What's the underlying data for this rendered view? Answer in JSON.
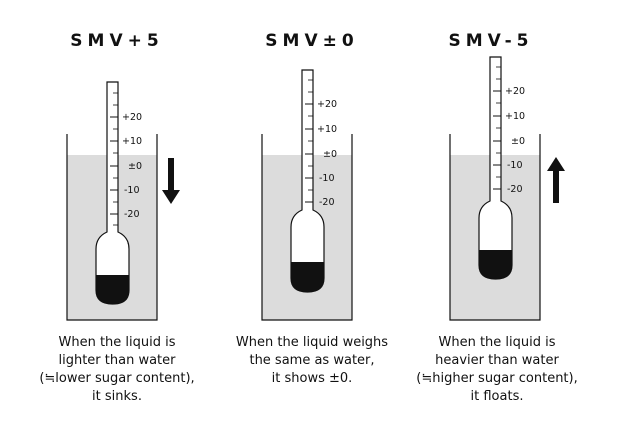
{
  "panels": [
    {
      "title": "SMV+5",
      "scale_labels": [
        "+20",
        "+10",
        "±0",
        "-10",
        "-20"
      ],
      "arrow": "down",
      "caption": [
        "When the liquid is",
        "lighter than water",
        "(≒lower sugar content),",
        "it sinks."
      ]
    },
    {
      "title": "SMV±0",
      "scale_labels": [
        "+20",
        "+10",
        "±0",
        "-10",
        "-20"
      ],
      "arrow": "none",
      "caption": [
        "When the liquid weighs",
        "the same as water,",
        "it shows ±0."
      ]
    },
    {
      "title": "SMV-5",
      "scale_labels": [
        "+20",
        "+10",
        "±0",
        "-10",
        "-20"
      ],
      "arrow": "up",
      "caption": [
        "When the liquid is",
        "heavier than water",
        "(≒higher sugar content),",
        "it floats."
      ]
    }
  ],
  "colors": {
    "liquid": "#dcdcdc",
    "ink": "#111111",
    "glass": "#ffffff"
  }
}
